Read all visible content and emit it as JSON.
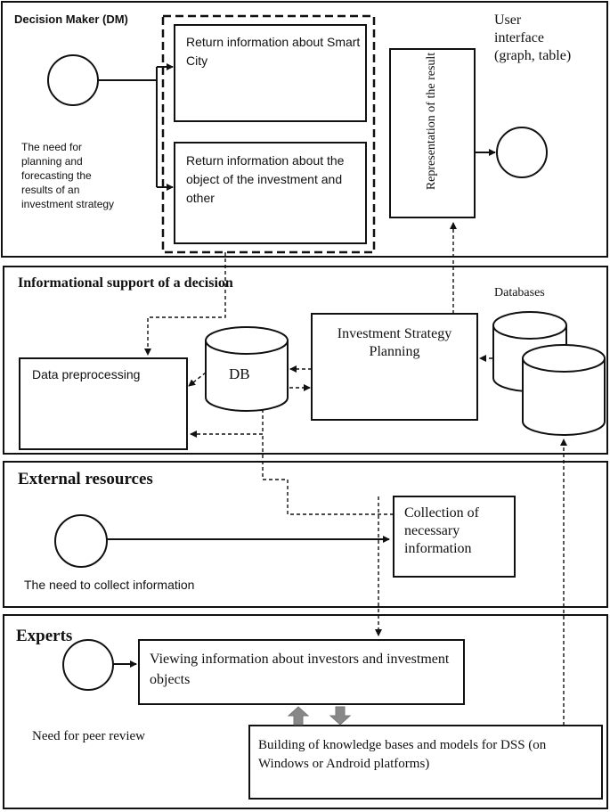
{
  "sections": {
    "dm": {
      "title": "Decision Maker (DM)",
      "need_text": "The need for planning and forecasting the results of an investment strategy",
      "box1": "Return information about Smart City",
      "box2": "Return information about the object of the investment and other",
      "representation": "Representation of the result",
      "user_interface": "User interface (graph, table)"
    },
    "info": {
      "title": "Informational support of a decision",
      "preprocessing": "Data preprocessing",
      "db": "DB",
      "planning": "Investment Strategy Planning",
      "databases": "Databases"
    },
    "external": {
      "title": "External resources",
      "need_text": "The need to collect information",
      "collection": "Collection of necessary information"
    },
    "experts": {
      "title": "Experts",
      "viewing": "Viewing information about investors and investment objects",
      "need_text": "Need for peer review",
      "building": "Building of knowledge bases and models for DSS (on Windows or Android platforms)"
    }
  }
}
